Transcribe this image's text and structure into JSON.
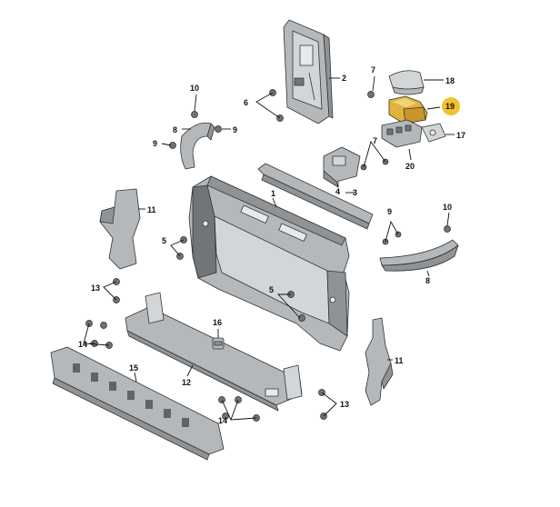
{
  "diagram": {
    "callouts": [
      {
        "id": "label-1",
        "text": "1"
      },
      {
        "id": "label-2",
        "text": "2"
      },
      {
        "id": "label-3",
        "text": "3"
      },
      {
        "id": "label-4",
        "text": "4"
      },
      {
        "id": "label-5a",
        "text": "5"
      },
      {
        "id": "label-5b",
        "text": "5"
      },
      {
        "id": "label-6",
        "text": "6"
      },
      {
        "id": "label-7a",
        "text": "7"
      },
      {
        "id": "label-7b",
        "text": "7"
      },
      {
        "id": "label-8a",
        "text": "8"
      },
      {
        "id": "label-8b",
        "text": "8"
      },
      {
        "id": "label-9a",
        "text": "9"
      },
      {
        "id": "label-9b",
        "text": "9"
      },
      {
        "id": "label-9c",
        "text": "9"
      },
      {
        "id": "label-10a",
        "text": "10"
      },
      {
        "id": "label-10b",
        "text": "10"
      },
      {
        "id": "label-11a",
        "text": "11"
      },
      {
        "id": "label-11b",
        "text": "11"
      },
      {
        "id": "label-12",
        "text": "12"
      },
      {
        "id": "label-13a",
        "text": "13"
      },
      {
        "id": "label-13b",
        "text": "13"
      },
      {
        "id": "label-14a",
        "text": "14"
      },
      {
        "id": "label-14b",
        "text": "14"
      },
      {
        "id": "label-15",
        "text": "15"
      },
      {
        "id": "label-16",
        "text": "16"
      },
      {
        "id": "label-17",
        "text": "17"
      },
      {
        "id": "label-18",
        "text": "18"
      },
      {
        "id": "label-19",
        "text": "19"
      },
      {
        "id": "label-20",
        "text": "20"
      }
    ],
    "colors": {
      "highlight_part": "#e0b43a",
      "highlight_badge": "#f2c12e",
      "part_fill": "#b4b8bb",
      "part_dark": "#8f9396",
      "leader_line": "#111111"
    },
    "highlighted_part": "19"
  }
}
